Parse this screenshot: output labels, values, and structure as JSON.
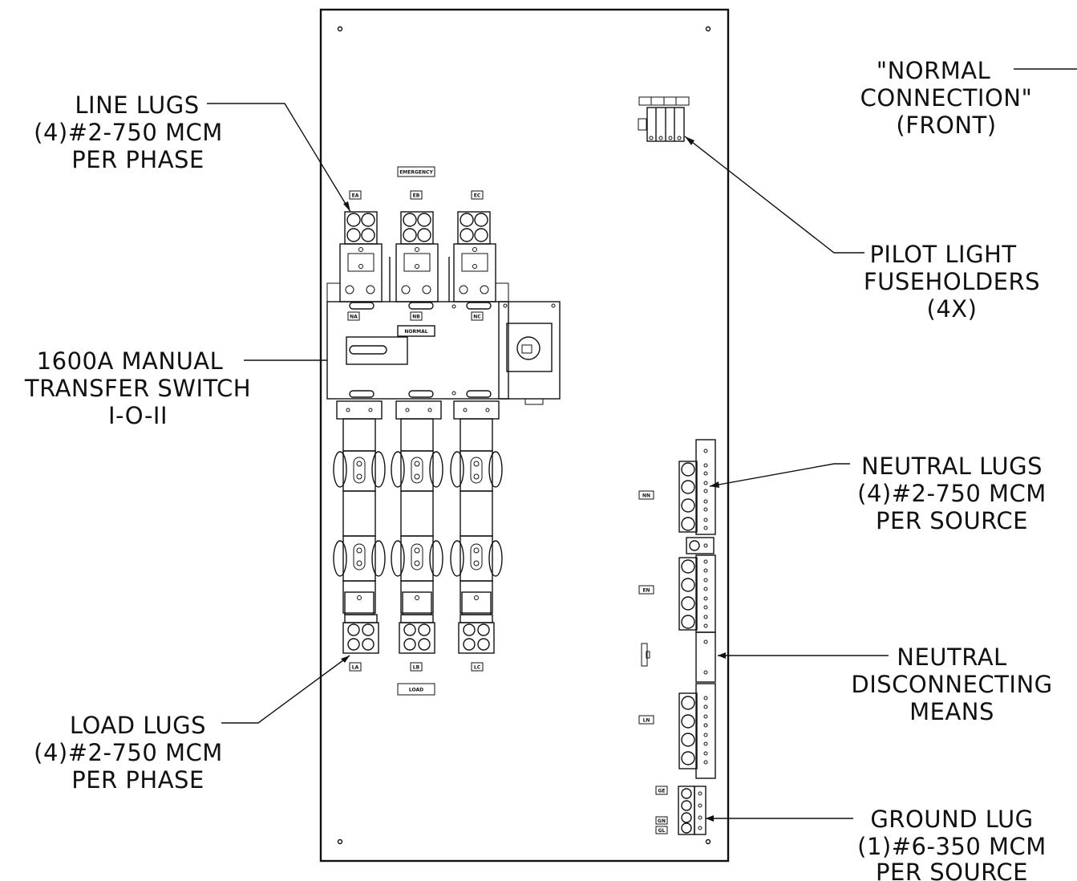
{
  "callouts": {
    "line_lugs": [
      "LINE LUGS",
      "(4)#2-750 MCM",
      "PER PHASE"
    ],
    "transfer_switch": [
      "1600A MANUAL",
      "TRANSFER SWITCH",
      "I-O-II"
    ],
    "load_lugs": [
      "LOAD LUGS",
      "(4)#2-750 MCM",
      "PER PHASE"
    ],
    "normal_connection": [
      "\"NORMAL",
      "CONNECTION\"",
      "(FRONT)"
    ],
    "pilot_light": [
      "PILOT LIGHT",
      "FUSEHOLDERS",
      "(4X)"
    ],
    "neutral_lugs": [
      "NEUTRAL LUGS",
      "(4)#2-750 MCM",
      "PER SOURCE"
    ],
    "neutral_disconnect": [
      "NEUTRAL",
      "DISCONNECTING",
      "MEANS"
    ],
    "ground_lug": [
      "GROUND LUG",
      "(1)#6-350 MCM",
      "PER SOURCE"
    ]
  },
  "tags": {
    "emergency": "EMERGENCY",
    "normal": "NORMAL",
    "load": "LOAD",
    "ea": "EA",
    "eb": "EB",
    "ec": "EC",
    "na": "NA",
    "nb": "NB",
    "nc": "NC",
    "la": "LA",
    "lb": "LB",
    "lc": "LC",
    "nn": "NN",
    "en": "EN",
    "ln": "LN",
    "gn1": "GE",
    "gn2": "GN",
    "gn3": "GL"
  }
}
